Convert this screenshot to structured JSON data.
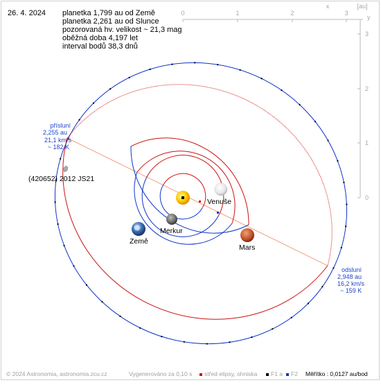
{
  "date": "26. 4. 2024",
  "info_lines": [
    "planetka 1,799 au od Země",
    "planetka 2,261 au od Slunce",
    "pozorovaná hv. velikost ~ 21,3 mag",
    "oběžná doba 4,197 let",
    "interval bodů 38,3 dnů"
  ],
  "axes": {
    "x_label": "x",
    "unit_label": "[au]",
    "y_label": "y",
    "x_ticks": [
      "0",
      "1",
      "2",
      "3"
    ],
    "y_ticks": [
      "3",
      "2",
      "1",
      "0"
    ]
  },
  "bodies": {
    "sun": "",
    "mercury": "Merkur",
    "venus": "Venuše",
    "earth": "Země",
    "mars": "Mars",
    "asteroid": "(420652) 2012 JS21"
  },
  "perihelion": {
    "title": "přísluní",
    "distance": "2,255 au",
    "speed": "21,1 km/s",
    "temp": "~ 182 K"
  },
  "aphelion": {
    "title": "odsluní",
    "distance": "2,948 au",
    "speed": "16,2 km/s",
    "temp": "~ 159 K"
  },
  "footer": {
    "copyright": "© 2024 Astronomia, astronomia.zcu.cz",
    "generated": "Vygenerováno za 0,10 s",
    "legend_center": "střed elipsy, ohniska",
    "legend_f1": "F1 a",
    "legend_f2": "F2",
    "scale": "Měřítko : 0,0127 au/bod"
  },
  "colors": {
    "orbit_red": "#cc1111",
    "orbit_blue": "#1133cc",
    "apsis_line": "#f0a080",
    "label_blue": "#2244cc",
    "axis_gray": "#b8b8b8"
  }
}
